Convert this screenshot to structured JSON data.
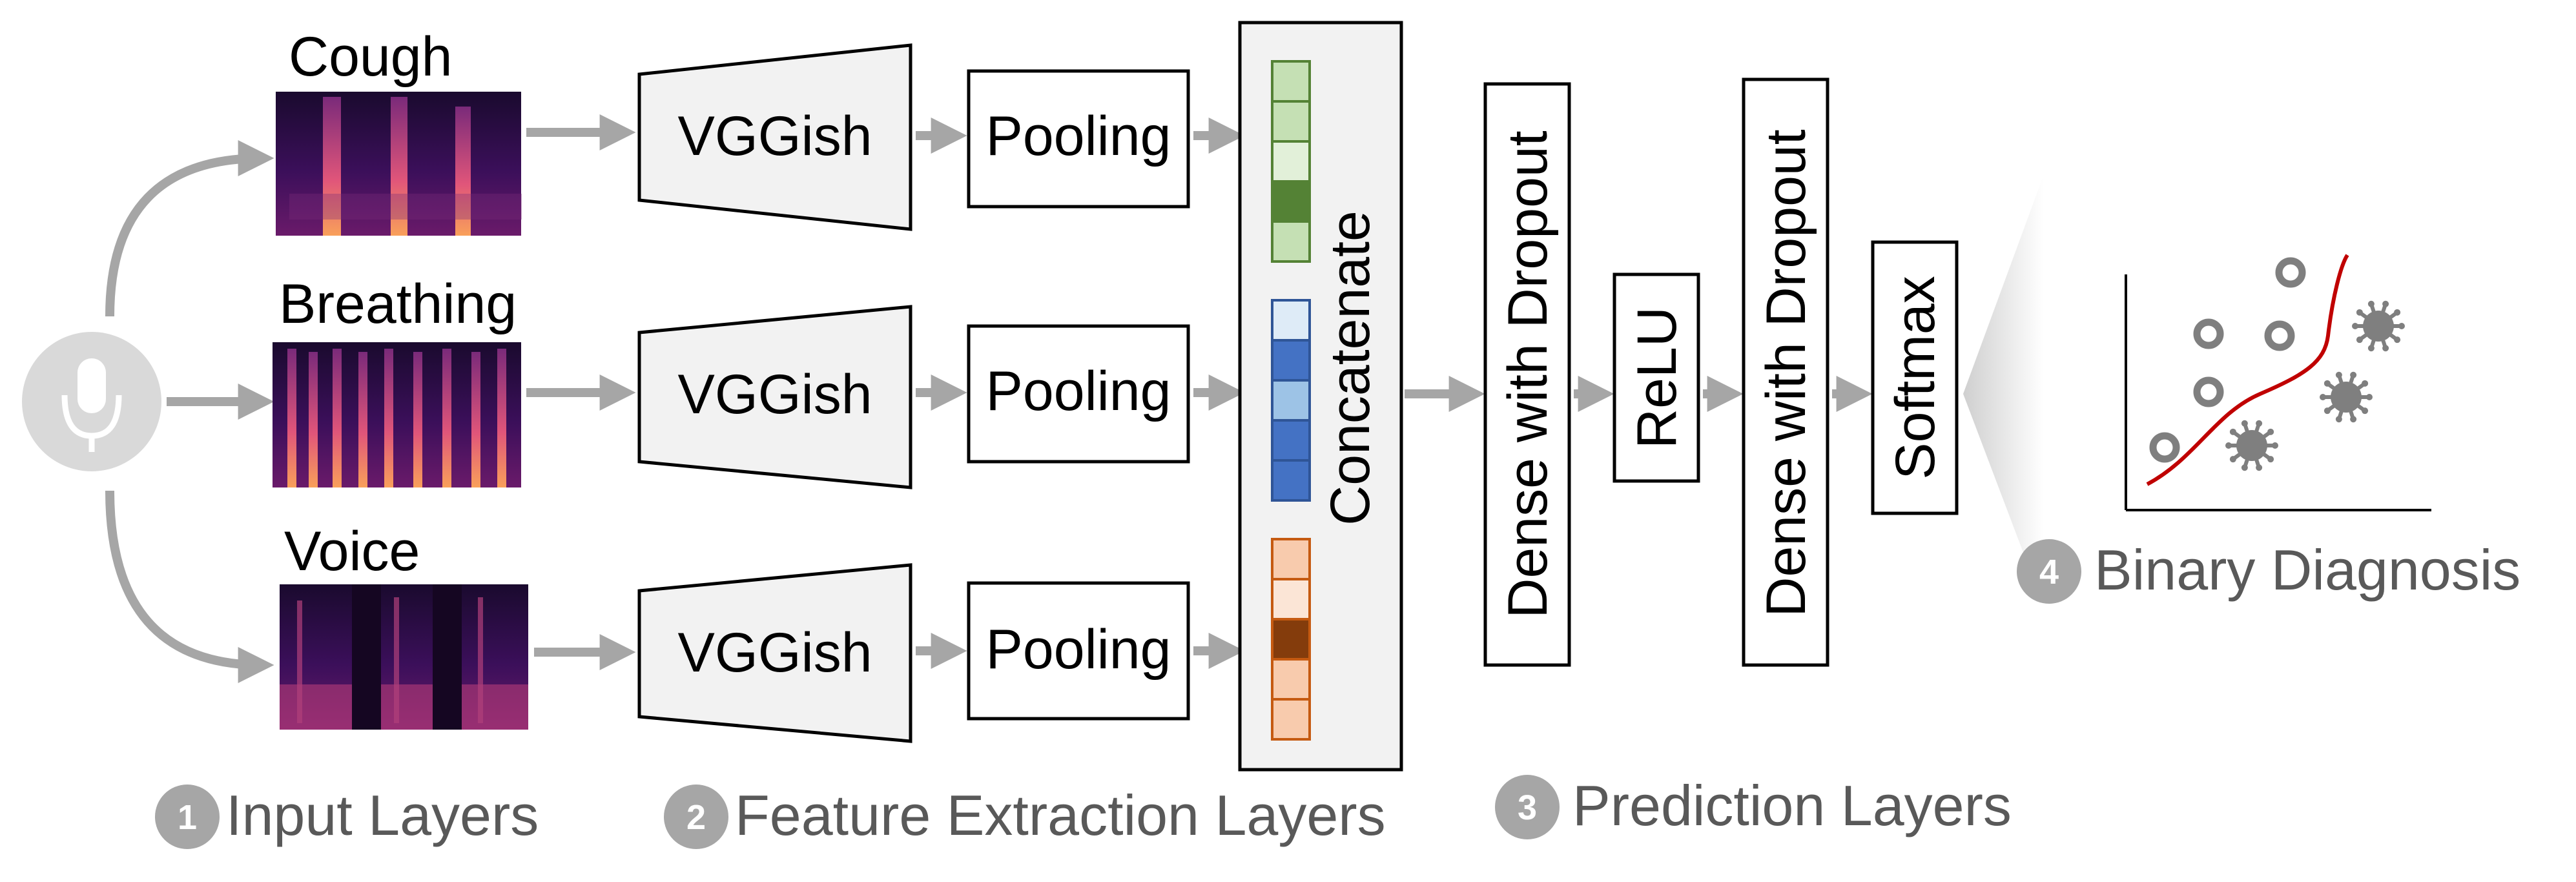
{
  "inputs": {
    "cough": "Cough",
    "breathing": "Breathing",
    "voice": "Voice"
  },
  "feature_extraction": {
    "vggish_label": "VGGish",
    "pooling_label": "Pooling",
    "concatenate_label": "Concatenate"
  },
  "prediction": {
    "dense_dropout_1": "Dense with Dropout",
    "relu": "ReLU",
    "dense_dropout_2": "Dense with Dropout",
    "softmax": "Softmax"
  },
  "stages": [
    {
      "number": "1",
      "label": "Input Layers"
    },
    {
      "number": "2",
      "label": "Feature Extraction Layers"
    },
    {
      "number": "3",
      "label": "Prediction Layers"
    },
    {
      "number": "4",
      "label": "Binary Diagnosis"
    }
  ],
  "icons": {
    "microphone": "microphone-icon",
    "virus": "virus-icon",
    "healthy": "circle-icon"
  },
  "colors": {
    "arrow": "#a6a6a6",
    "box_fill": "#f2f2f2",
    "green_series": [
      "#c5e0b4",
      "#c5e0b4",
      "#e2f0d9",
      "#548235",
      "#c5e0b4"
    ],
    "blue_series": [
      "#deebf7",
      "#4472c4",
      "#9dc3e6",
      "#4472c4",
      "#4472c4"
    ],
    "orange_series": [
      "#f8cbad",
      "#fbe5d6",
      "#843c0c",
      "#f8cbad",
      "#f8cbad"
    ],
    "curve": "#c00000",
    "stage_badge": "#a6a6a6"
  }
}
